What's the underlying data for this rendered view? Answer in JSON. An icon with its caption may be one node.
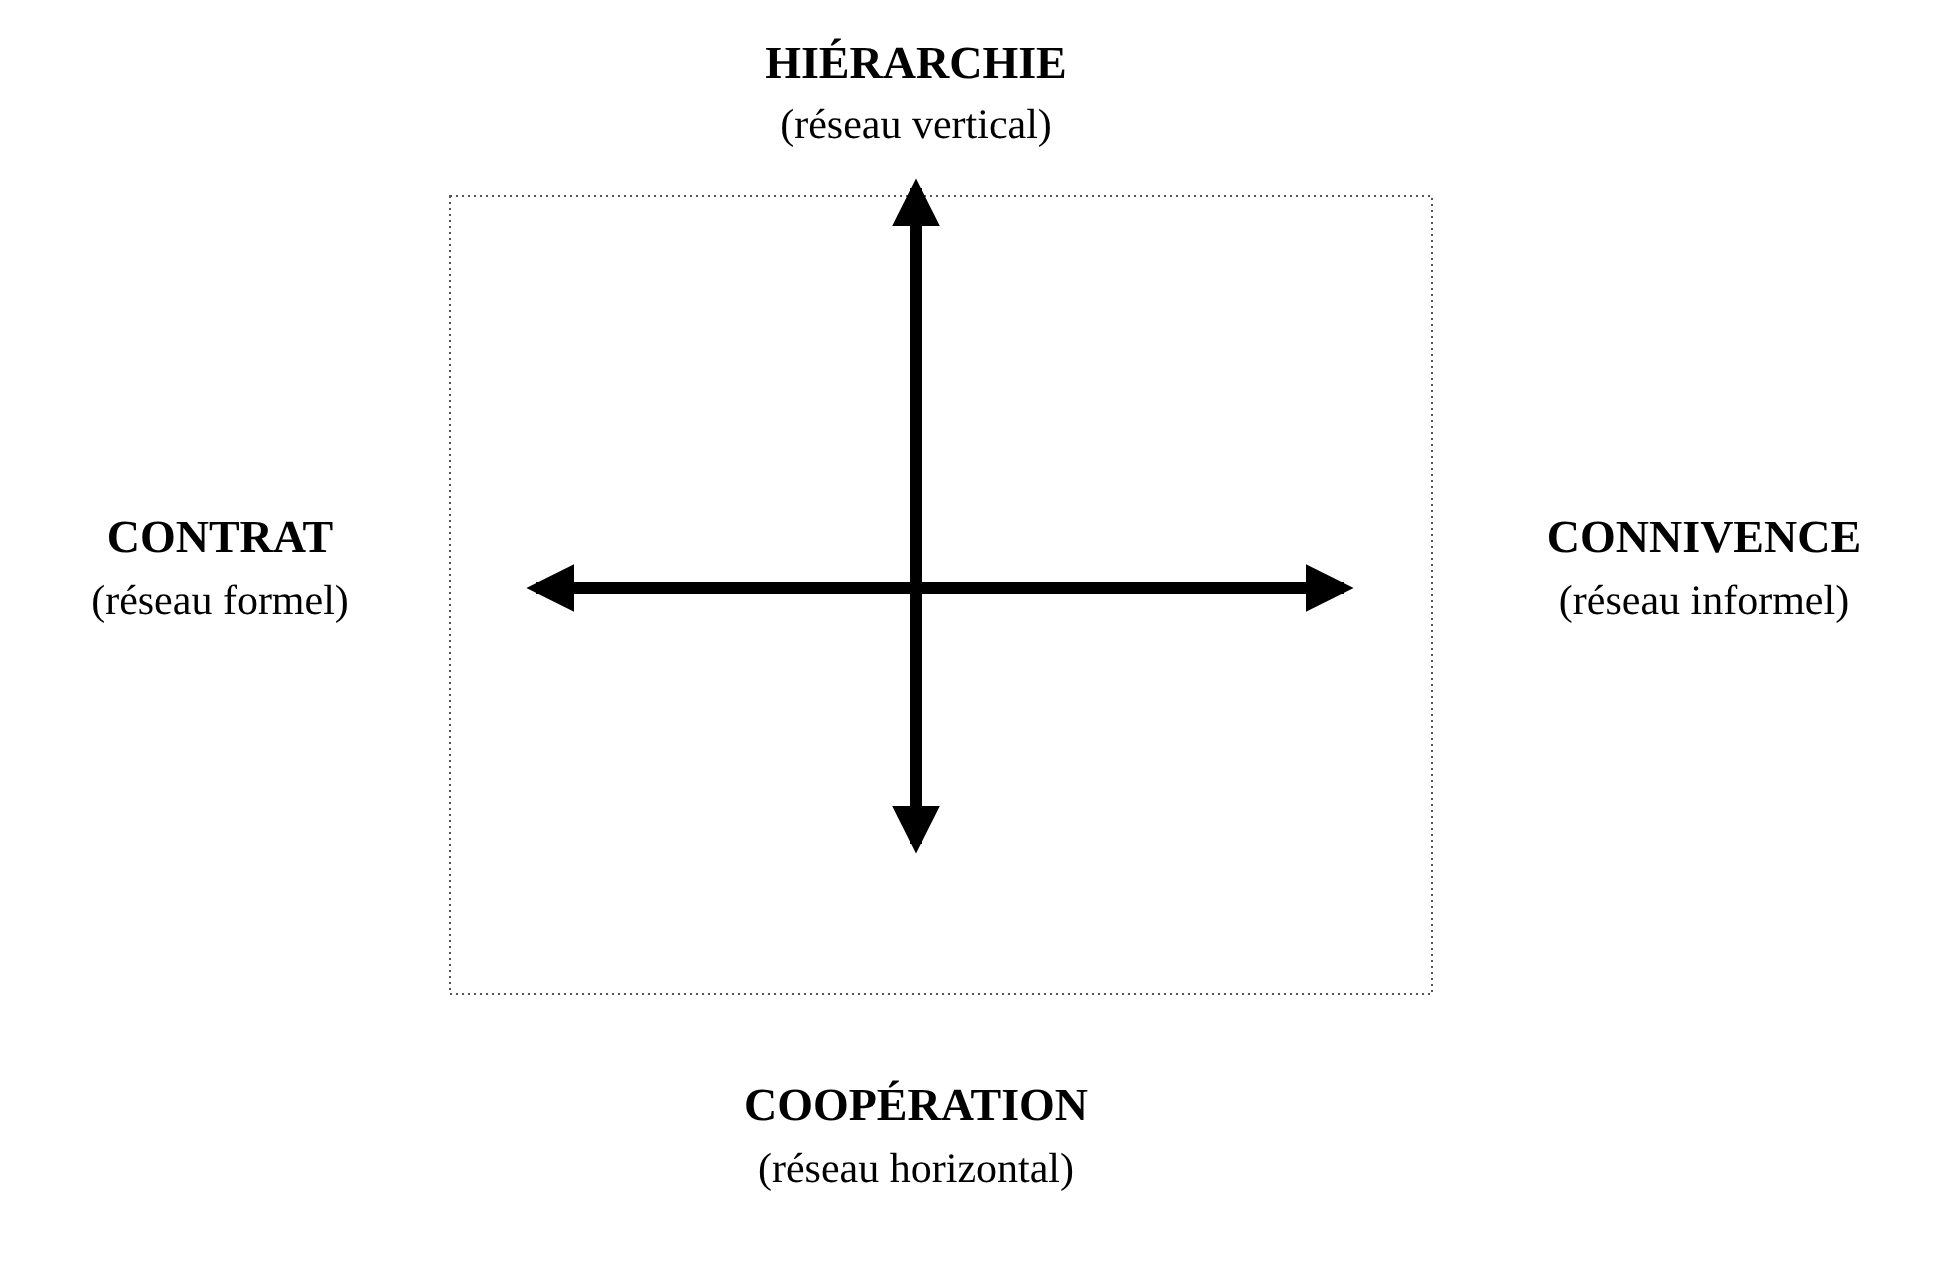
{
  "diagram": {
    "labels": [
      "HIÉRARCHIE",
      "(réseau vertical)",
      "CONTRAT",
      "(réseau formel)",
      "CONNIVENCE",
      "(réseau informel)",
      "COOPÉRATION",
      "(réseau horizontal)"
    ]
  }
}
